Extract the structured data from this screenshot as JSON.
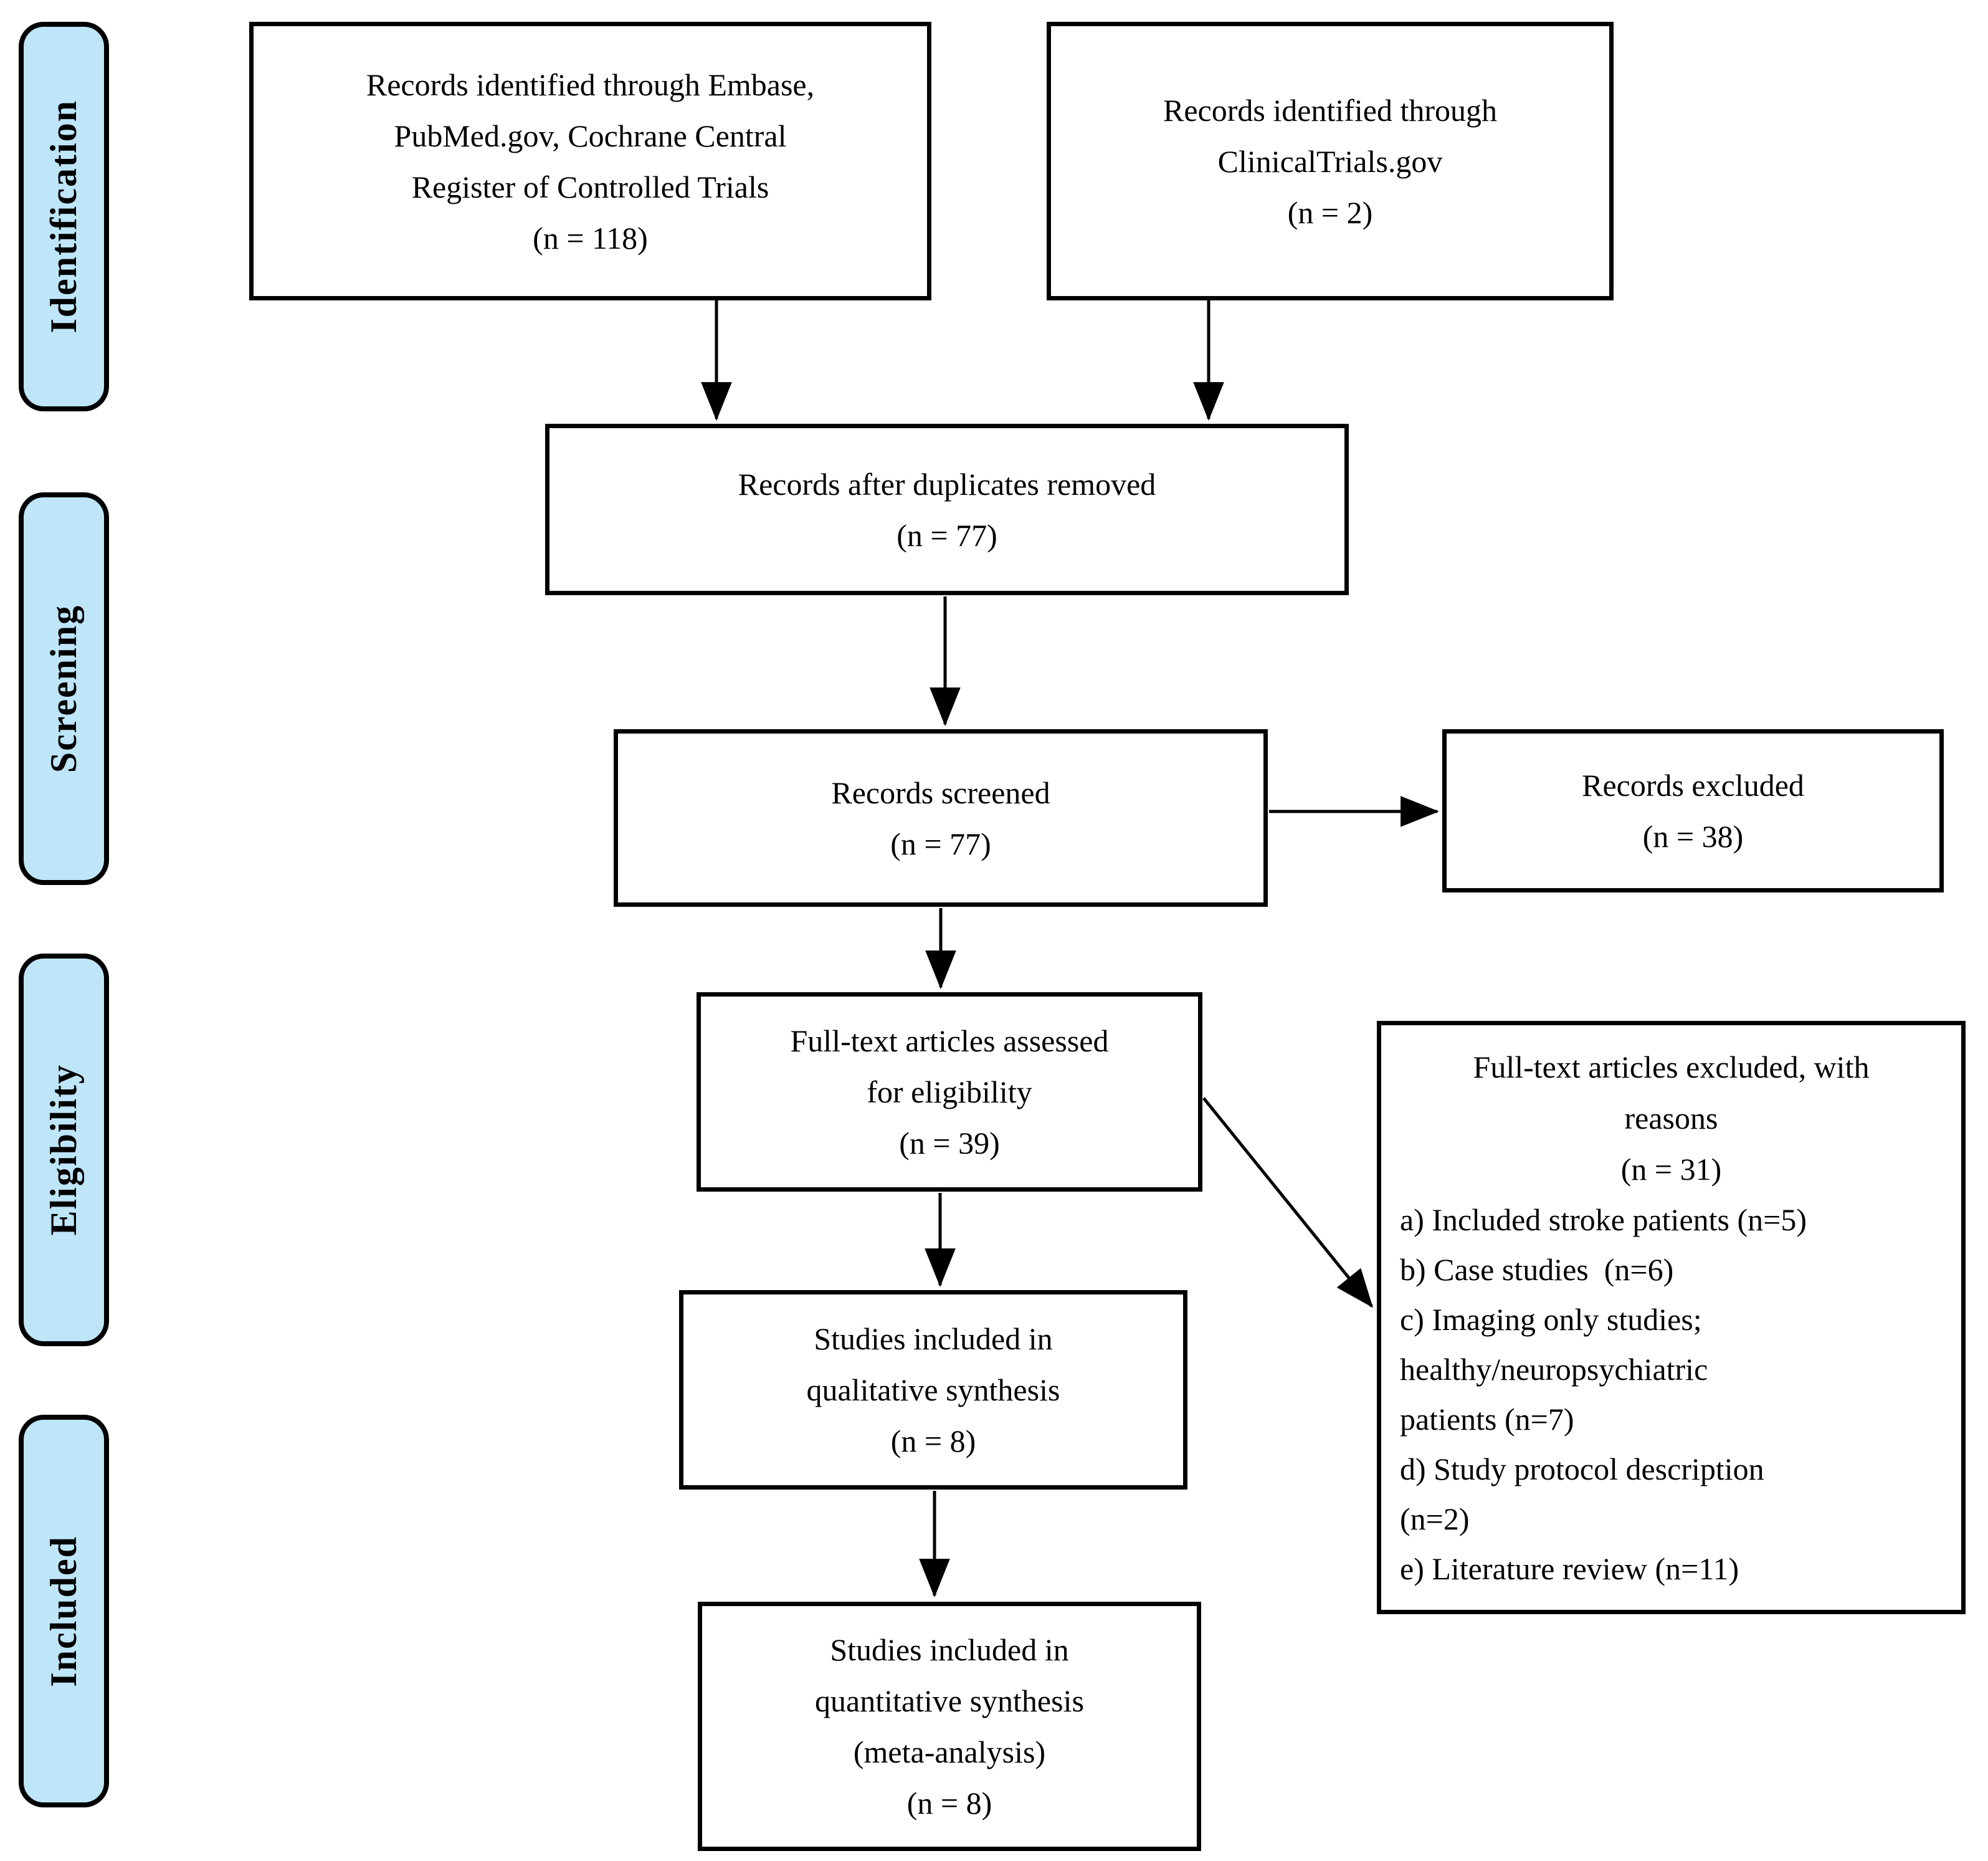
{
  "sidebar": {
    "fill_color": "#bee5f8",
    "items": [
      {
        "label": "Identification"
      },
      {
        "label": "Screening"
      },
      {
        "label": "Eligibility"
      },
      {
        "label": "Included"
      }
    ]
  },
  "boxes": {
    "identified_databases": {
      "lines": [
        "Records identified through Embase,",
        "PubMed.gov, Cochrane Central",
        "Register of Controlled Trials",
        "(n = 118)"
      ]
    },
    "identified_registry": {
      "lines": [
        "Records identified through",
        "ClinicalTrials.gov",
        "(n = 2)"
      ]
    },
    "after_duplicates": {
      "lines": [
        "Records after duplicates removed",
        "(n = 77)"
      ]
    },
    "screened": {
      "lines": [
        "Records screened",
        "(n = 77)"
      ]
    },
    "excluded": {
      "lines": [
        "Records excluded",
        "(n = 38)"
      ]
    },
    "fulltext_assessed": {
      "lines": [
        "Full-text articles assessed",
        "for eligibility",
        "(n = 39)"
      ]
    },
    "fulltext_excluded": {
      "header_lines": [
        "Full-text articles excluded, with",
        "reasons",
        "(n = 31)"
      ],
      "reason_lines": [
        "a) Included stroke patients (n=5)",
        "b) Case studies  (n=6)",
        "c) Imaging only studies;",
        "healthy/neuropsychiatric",
        "patients (n=7)",
        "d) Study protocol description",
        "(n=2)",
        "e) Literature review (n=11)"
      ]
    },
    "qualitative": {
      "lines": [
        "Studies included in",
        "qualitative synthesis",
        "(n = 8)"
      ]
    },
    "quantitative": {
      "lines": [
        "Studies included in",
        "quantitative synthesis",
        "(meta-analysis)",
        "(n = 8)"
      ]
    }
  }
}
